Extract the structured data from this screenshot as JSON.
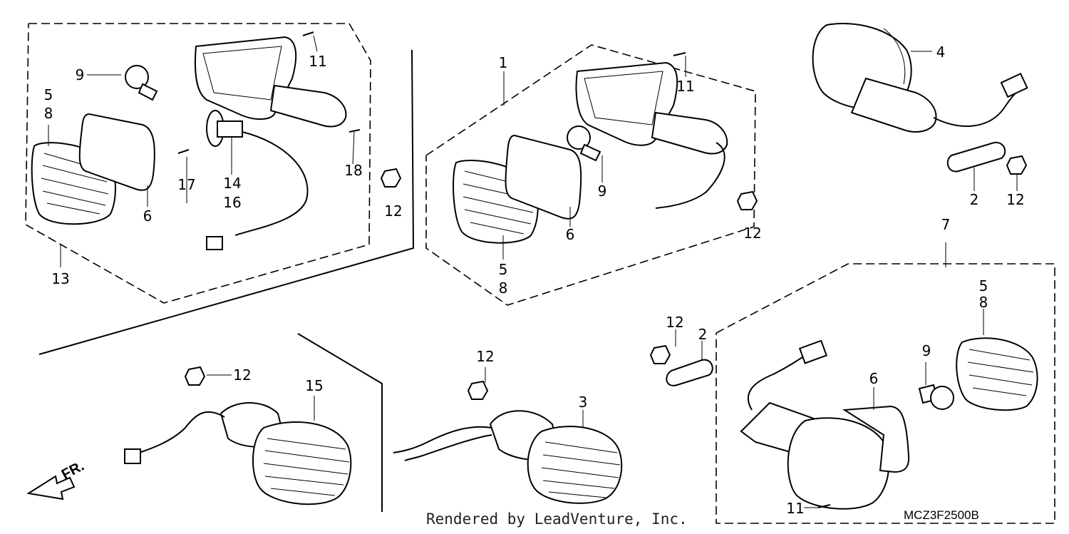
{
  "diagram": {
    "callouts": {
      "c1": "1",
      "c2a": "2",
      "c2b": "2",
      "c3": "3",
      "c4": "4",
      "c5a": "5",
      "c5b": "5",
      "c5c": "5",
      "c6a": "6",
      "c6b": "6",
      "c6c": "6",
      "c7": "7",
      "c8a": "8",
      "c8b": "8",
      "c8c": "8",
      "c9a": "9",
      "c9b": "9",
      "c9c": "9",
      "c11a": "11",
      "c11b": "11",
      "c11c": "11",
      "c12a": "12",
      "c12b": "12",
      "c12c": "12",
      "c12d": "12",
      "c12e": "12",
      "c12f": "12",
      "c13": "13",
      "c14": "14",
      "c15": "15",
      "c16": "16",
      "c17": "17",
      "c18": "18"
    },
    "direction_label": "FR.",
    "footer_text": "Rendered by LeadVenture, Inc.",
    "diagram_code": "MCZ3F2500B"
  }
}
